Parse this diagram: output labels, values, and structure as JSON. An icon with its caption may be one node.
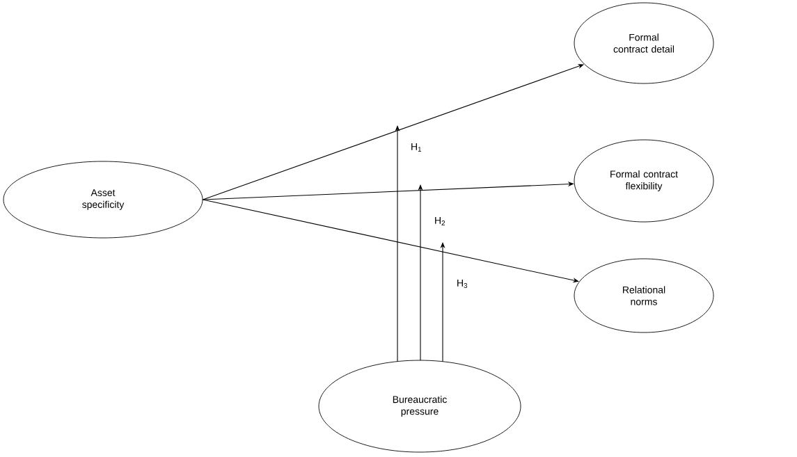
{
  "diagram": {
    "nodes": [
      {
        "text": [
          "Asset specificity"
        ]
      },
      {
        "text": [
          "Formal contract detail"
        ]
      },
      {
        "text": [
          "Formal contract flexibility"
        ]
      },
      {
        "text": [
          "Relational norms"
        ]
      },
      {
        "text": [
          "Bureaucratic pressure"
        ]
      }
    ],
    "edges": [
      {
        "from": 0,
        "to": 1,
        "arrow": "to"
      },
      {
        "from": 0,
        "to": 2,
        "arrow": "to"
      },
      {
        "from": 0,
        "to": 3,
        "arrow": "to"
      },
      {
        "from": 4,
        "to": null,
        "arrow": "to",
        "label": "H$_{1}$"
      },
      {
        "from": 4,
        "to": null,
        "arrow": "to",
        "label": "H$_{2}$"
      },
      {
        "from": 4,
        "to": null,
        "arrow": "to",
        "label": "H$_{3}$"
      }
    ]
  }
}
